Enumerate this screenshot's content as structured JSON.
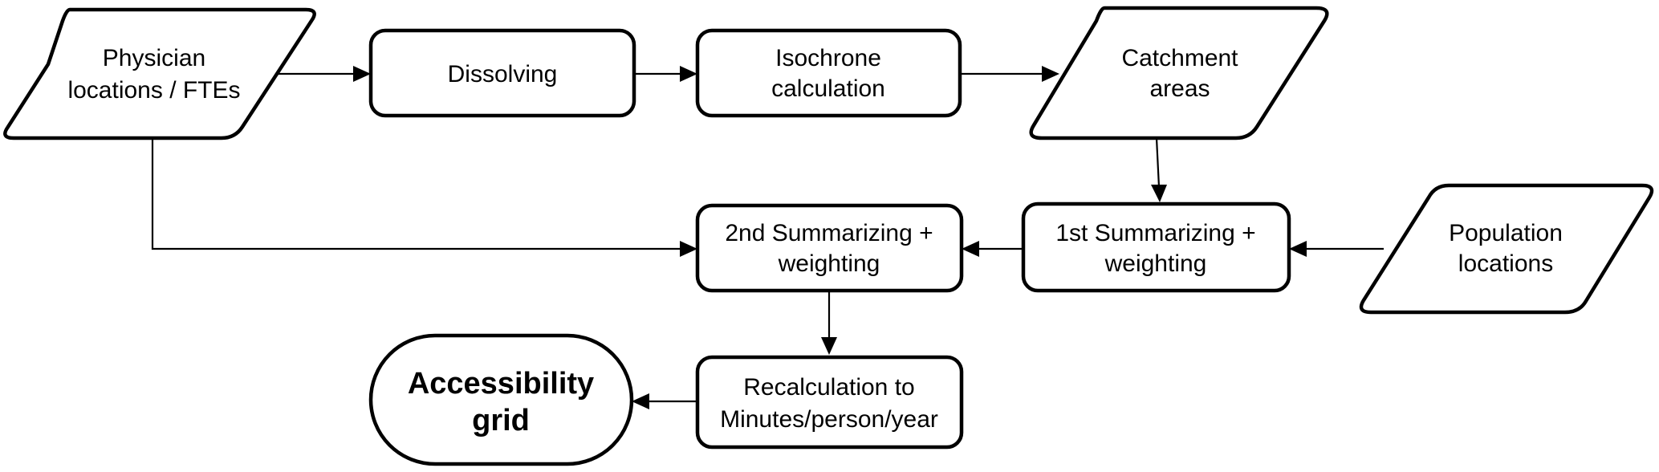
{
  "nodes": {
    "physician": {
      "line1": "Physician",
      "line2": "locations / FTEs"
    },
    "dissolving": {
      "line1": "Dissolving"
    },
    "isochrone": {
      "line1": "Isochrone",
      "line2": "calculation"
    },
    "catchment": {
      "line1": "Catchment",
      "line2": "areas"
    },
    "population": {
      "line1": "Population",
      "line2": "locations"
    },
    "first_summarizing": {
      "line1": "1st Summarizing +",
      "line2": "weighting"
    },
    "second_summarizing": {
      "line1": "2nd Summarizing +",
      "line2": "weighting"
    },
    "recalculation": {
      "line1": "Recalculation to",
      "line2": "Minutes/person/year"
    },
    "accessibility_grid": {
      "line1": "Accessibility",
      "line2": "grid"
    }
  },
  "edges": [
    {
      "from": "physician",
      "to": "dissolving"
    },
    {
      "from": "dissolving",
      "to": "isochrone"
    },
    {
      "from": "isochrone",
      "to": "catchment"
    },
    {
      "from": "catchment",
      "to": "first_summarizing"
    },
    {
      "from": "population",
      "to": "first_summarizing"
    },
    {
      "from": "first_summarizing",
      "to": "second_summarizing"
    },
    {
      "from": "physician",
      "to": "second_summarizing"
    },
    {
      "from": "second_summarizing",
      "to": "recalculation"
    },
    {
      "from": "recalculation",
      "to": "accessibility_grid"
    }
  ]
}
